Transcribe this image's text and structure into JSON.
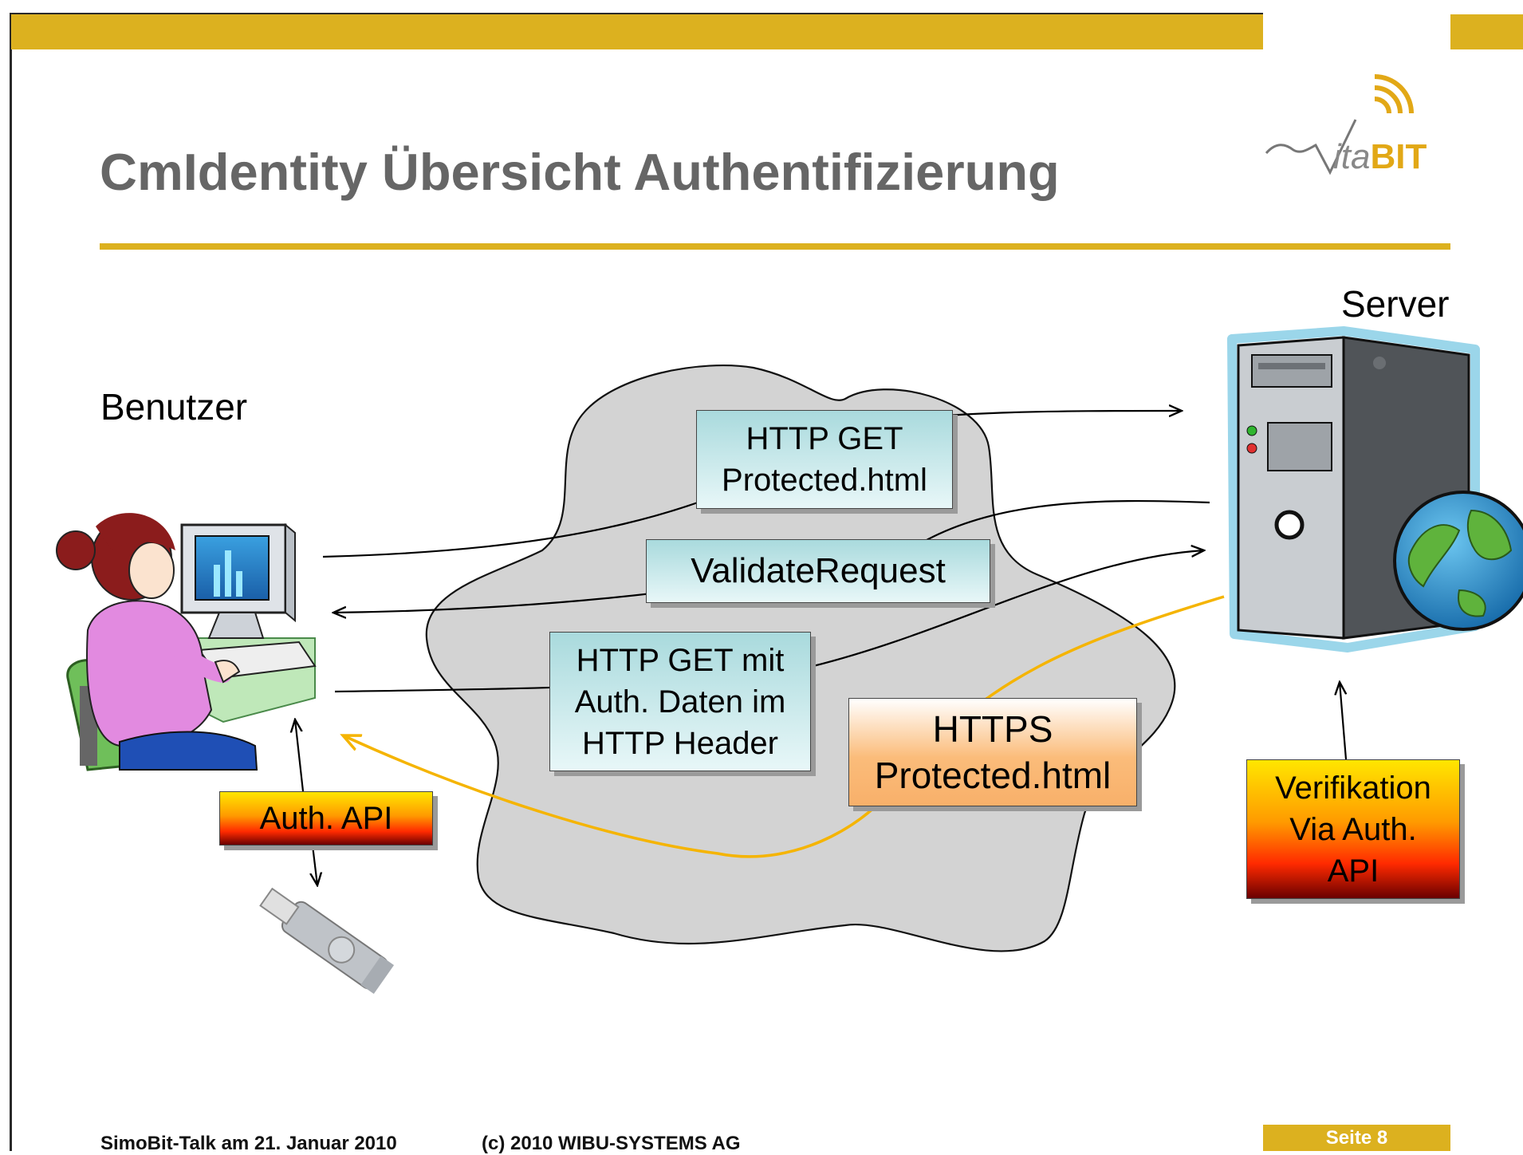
{
  "slide": {
    "title": "CmIdentity Übersicht Authentifizierung",
    "logo": {
      "prefix": "V",
      "ita": "ita",
      "bit": "BIT"
    }
  },
  "diagram": {
    "client_label": "Benutzer",
    "server_label": "Server",
    "boxes": {
      "http_get": [
        "HTTP GET",
        "Protected.html"
      ],
      "validate": [
        "ValidateRequest"
      ],
      "http_get_auth": [
        "HTTP GET mit",
        "Auth. Daten im",
        "HTTP Header"
      ],
      "https": [
        "HTTPS",
        "Protected.html"
      ],
      "auth_api": [
        "Auth. API"
      ],
      "verifikation": [
        "Verifikation",
        "Via Auth.",
        "API"
      ]
    },
    "colors": {
      "accent": "#dcb11f",
      "cloud": "#d3d3d3",
      "https_arrow": "#f5b400"
    }
  },
  "footer": {
    "left": "SimoBit-Talk am 21. Januar 2010",
    "center": "(c) 2010 WIBU-SYSTEMS AG",
    "page": "Seite 8"
  }
}
